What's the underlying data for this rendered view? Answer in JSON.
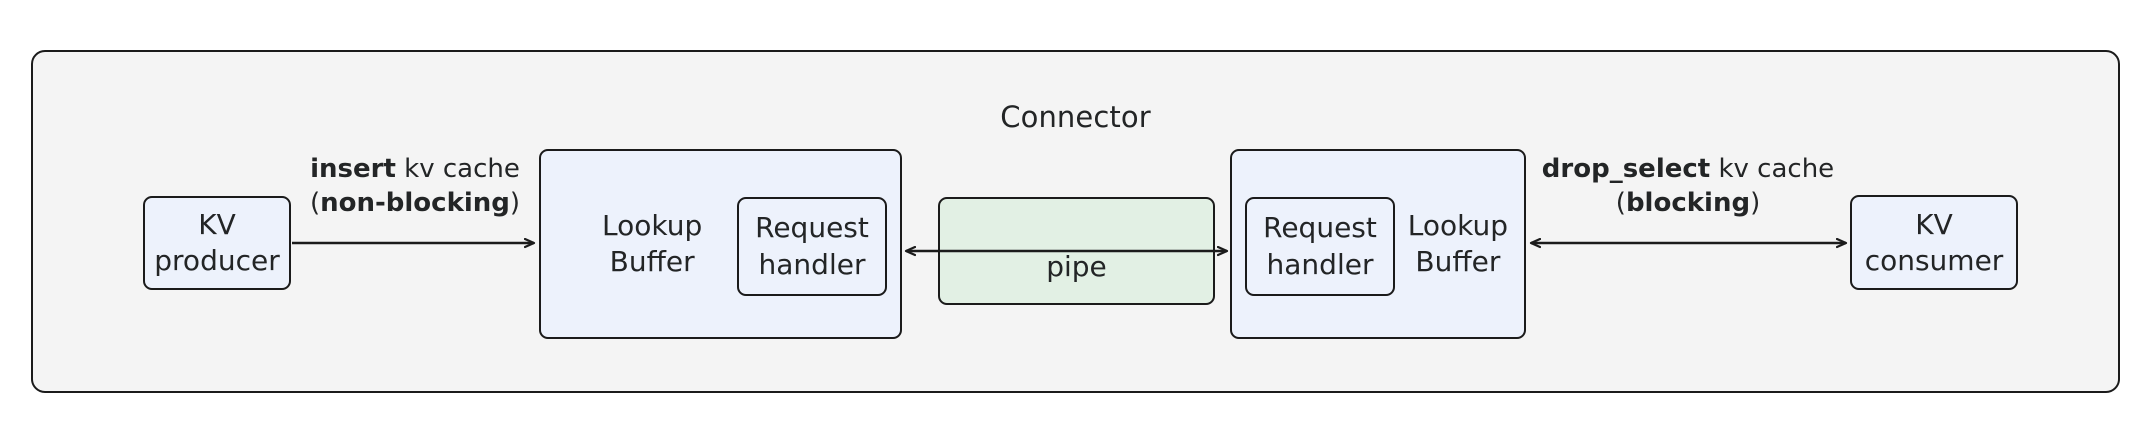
{
  "diagram": {
    "title": "Connector",
    "container_fill": "#f4f4f4",
    "node_fill": "#edf2fc",
    "pipe_fill": "#e2f0e4",
    "stroke": "#1b1b1b",
    "text_color": "#232526"
  },
  "nodes": {
    "kv_producer": {
      "label": "KV\nproducer"
    },
    "buffer_left": {
      "label": "Lookup\nBuffer"
    },
    "handler_left": {
      "label": "Request\nhandler"
    },
    "pipe": {
      "label": "pipe"
    },
    "handler_right": {
      "label": "Request\nhandler"
    },
    "buffer_right": {
      "label": "Lookup\nBuffer"
    },
    "kv_consumer": {
      "label": "KV\nconsumer"
    }
  },
  "edges": {
    "insert": {
      "line1_bold": "insert",
      "line1_rest": " kv cache",
      "line2_open": "(",
      "line2_bold": "non-blocking",
      "line2_close": ")",
      "direction": "right"
    },
    "drop_select": {
      "line1_bold": "drop_select",
      "line1_rest": " kv cache",
      "line2_open": "(",
      "line2_bold": "blocking",
      "line2_close": ")",
      "direction": "both"
    },
    "pipe_edge": {
      "direction": "both"
    }
  }
}
